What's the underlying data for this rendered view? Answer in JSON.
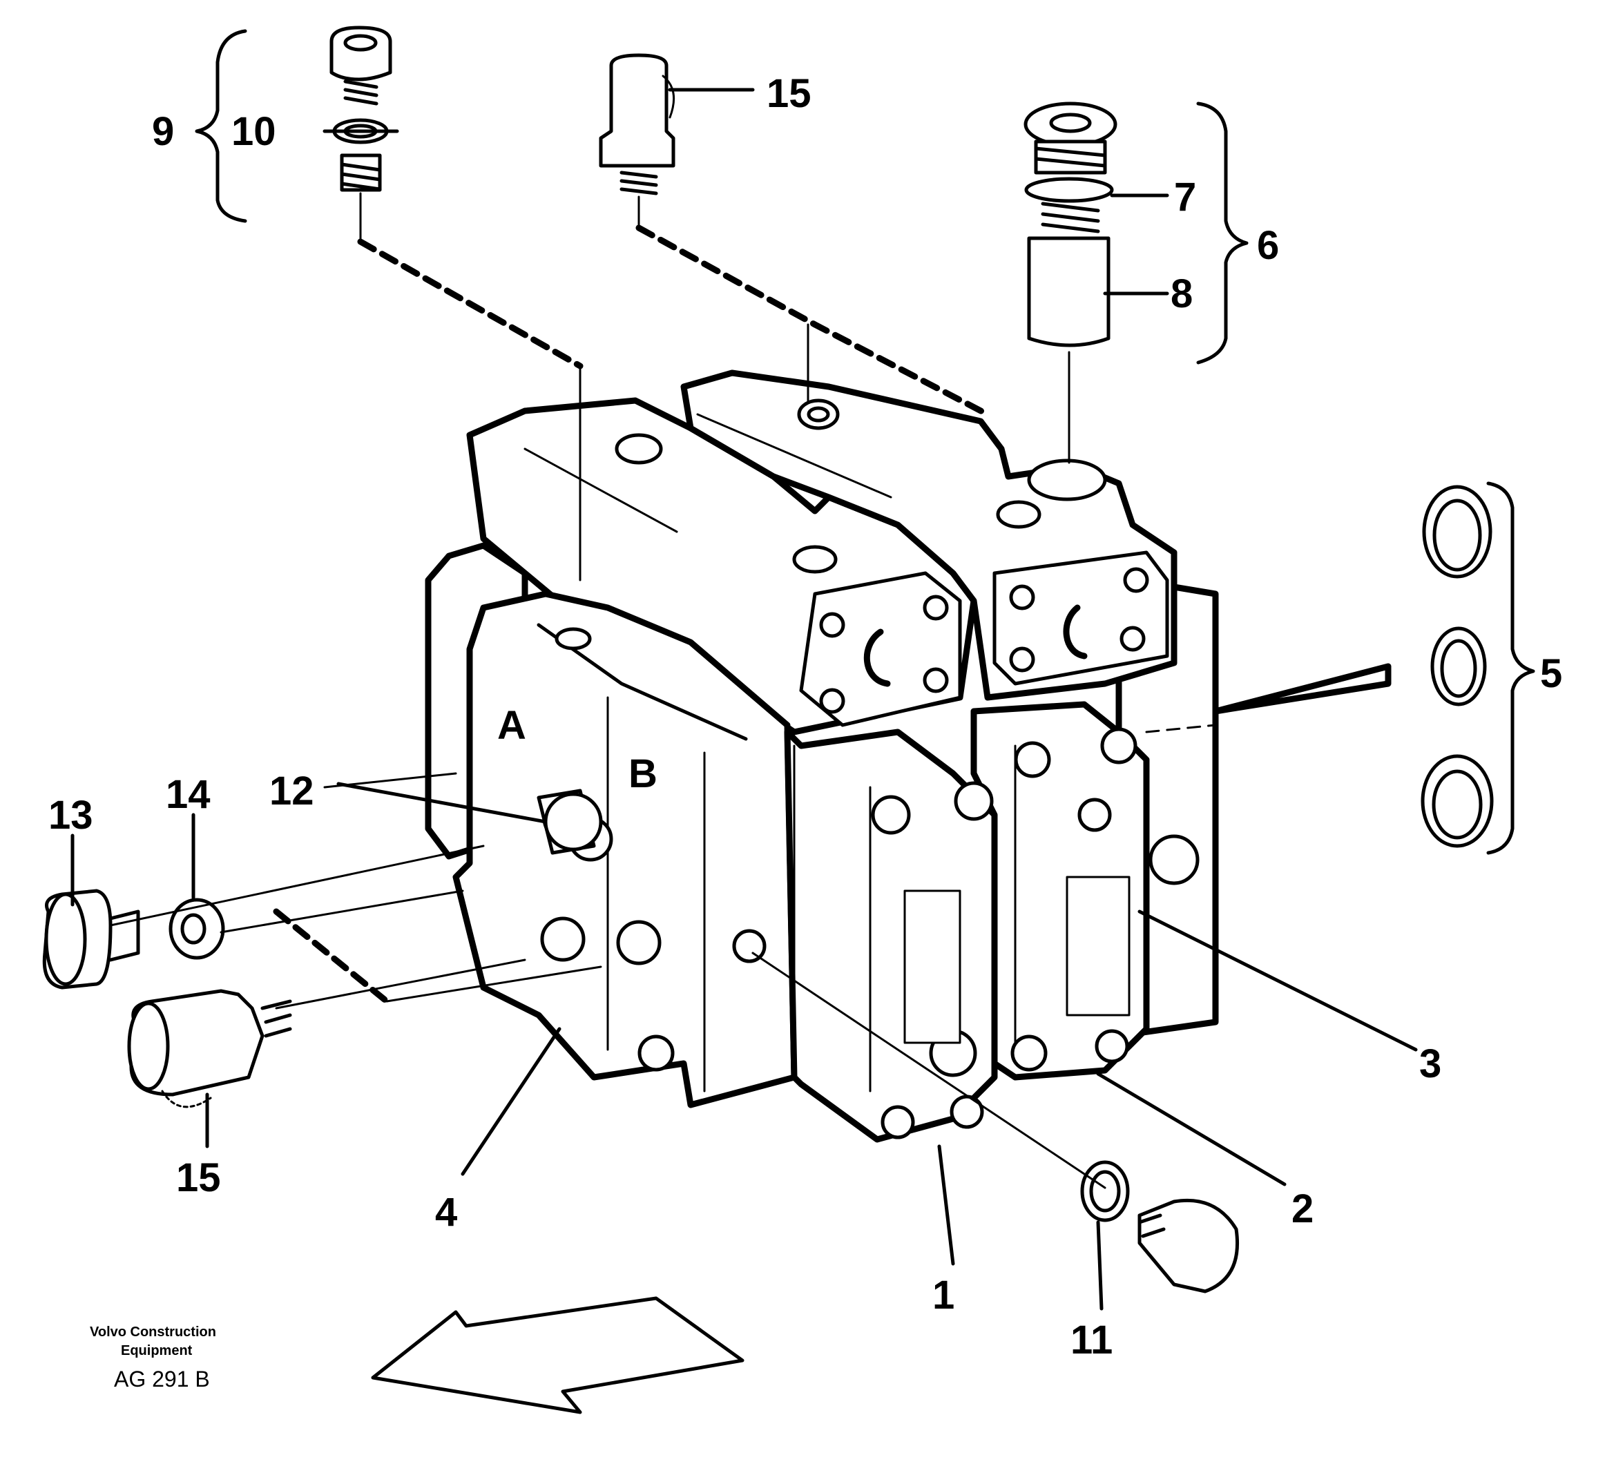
{
  "diagram": {
    "callouts": [
      {
        "id": "c1",
        "text": "1"
      },
      {
        "id": "c2",
        "text": "2"
      },
      {
        "id": "c3",
        "text": "3"
      },
      {
        "id": "c4",
        "text": "4"
      },
      {
        "id": "c5",
        "text": "5"
      },
      {
        "id": "c6",
        "text": "6"
      },
      {
        "id": "c7",
        "text": "7"
      },
      {
        "id": "c8",
        "text": "8"
      },
      {
        "id": "c9",
        "text": "9"
      },
      {
        "id": "c10",
        "text": "10"
      },
      {
        "id": "c11",
        "text": "11"
      },
      {
        "id": "c12",
        "text": "12"
      },
      {
        "id": "c13",
        "text": "13"
      },
      {
        "id": "c14",
        "text": "14"
      },
      {
        "id": "c15a",
        "text": "15"
      },
      {
        "id": "c15b",
        "text": "15"
      }
    ],
    "block_letters": {
      "a": "A",
      "b": "B"
    },
    "caption": {
      "line1": "Volvo Construction",
      "line2": "Equipment",
      "code": "AG 291 B"
    }
  }
}
